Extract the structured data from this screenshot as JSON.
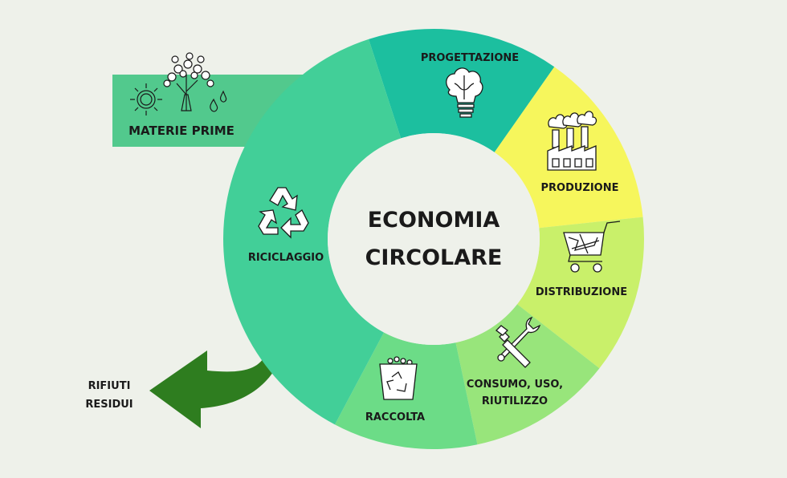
{
  "center": {
    "line1": "ECONOMIA",
    "line2": "CIRCOLARE"
  },
  "input": {
    "label": "MATERIE PRIME",
    "color": "#52c98d"
  },
  "output": {
    "line1": "RIFIUTI",
    "line2": "RESIDUI",
    "arrow_color": "#2e7d1f"
  },
  "segments": [
    {
      "key": "progettazione",
      "label": "PROGETTAZIONE",
      "color": "#1cbf9f",
      "icon": "brain-lightbulb-icon"
    },
    {
      "key": "produzione",
      "label": "PRODUZIONE",
      "color": "#f6f65c",
      "icon": "factory-icon"
    },
    {
      "key": "distribuzione",
      "label": "DISTRIBUZIONE",
      "color": "#c9f06a",
      "icon": "shopping-cart-icon"
    },
    {
      "key": "consumo",
      "label_lines": [
        "CONSUMO, USO,",
        "RIUTILIZZO"
      ],
      "color": "#98e57b",
      "icon": "wrench-screwdriver-icon"
    },
    {
      "key": "raccolta",
      "label": "RACCOLTA",
      "color": "#6cdc87",
      "icon": "recycle-bin-icon"
    },
    {
      "key": "riciclaggio",
      "label": "RICICLAGGIO",
      "color": "#42cf98",
      "icon": "recycle-icon"
    }
  ]
}
